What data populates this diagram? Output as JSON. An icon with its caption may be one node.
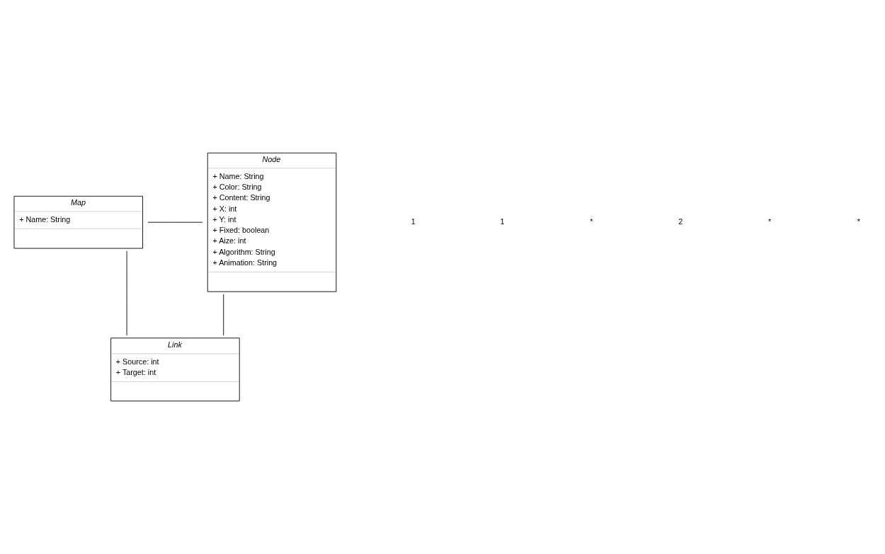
{
  "diagram": {
    "nodes": [
      {
        "text": [
          "Map",
          "+ Name: String"
        ]
      },
      {
        "text": [
          "Node",
          "+ Name: String",
          "+ Color: String",
          "+ Content: String",
          "+ X: int",
          "+ Y: int",
          "+ Fixed: boolean",
          "+ Aize: int",
          "+ Algorithm: String",
          "+ Animation: String"
        ]
      },
      {
        "text": [
          "Link",
          "+ Source: int",
          "+ Target: int"
        ]
      }
    ],
    "edges": [
      {
        "from": 0,
        "to": 1,
        "arrow": "none"
      },
      {
        "from": 0,
        "to": 2,
        "arrow": "none"
      },
      {
        "from": 1,
        "to": 2,
        "arrow": "none"
      }
    ],
    "labels": [
      "1",
      "1",
      "*",
      "2",
      "*",
      "*"
    ]
  }
}
